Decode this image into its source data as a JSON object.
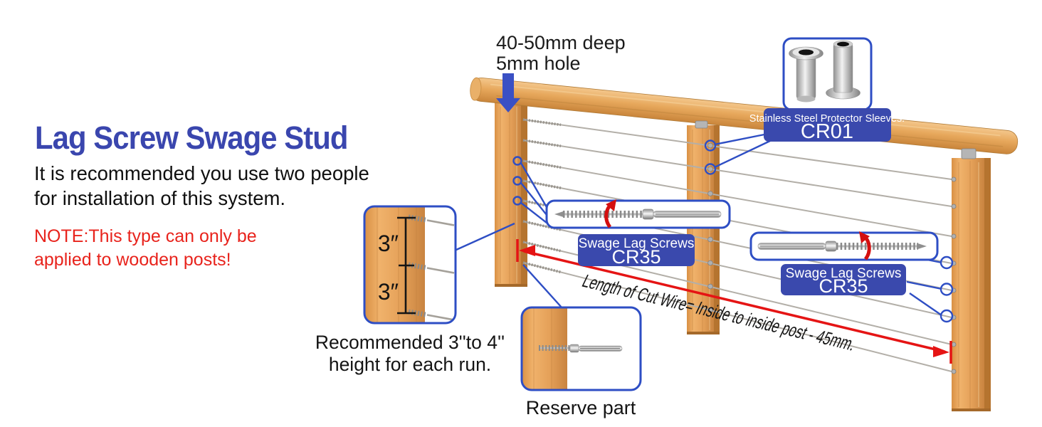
{
  "intro": {
    "title": "Lag Screw Swage Stud",
    "desc1": "It is recommended you use two people",
    "desc2": "for installation of this system.",
    "note1": "NOTE:This type can only be",
    "note2": "applied to wooden posts!"
  },
  "drill": {
    "line1": "40-50mm deep",
    "line2": "5mm hole"
  },
  "sleeves": {
    "label": "Stainless Steel Protector Sleeves:",
    "code": "CR01"
  },
  "screws_left": {
    "label": "Swage Lag Screws",
    "code": "CR35"
  },
  "screws_right": {
    "label": "Swage Lag Screws",
    "code": "CR35"
  },
  "cut_wire": {
    "text": "Length of Cut Wire= Inside to inside post - 45mm."
  },
  "run_height": {
    "upper": "3″",
    "lower": "3″",
    "caption1": "Recommended 3''to 4''",
    "caption2": "height for each run."
  },
  "reserve": {
    "caption": "Reserve part"
  },
  "diagram": {
    "posts": 3,
    "cables": 8,
    "colors": {
      "accent_blue": "#3a49ad",
      "leader_blue": "#2e4ec4",
      "title_blue": "#3a46ae",
      "note_red": "#e8231c",
      "dimension_red": "#e51414",
      "wood_light": "#f0b26b",
      "wood_dark": "#c98440",
      "cable_gray": "#b3afa8"
    }
  }
}
